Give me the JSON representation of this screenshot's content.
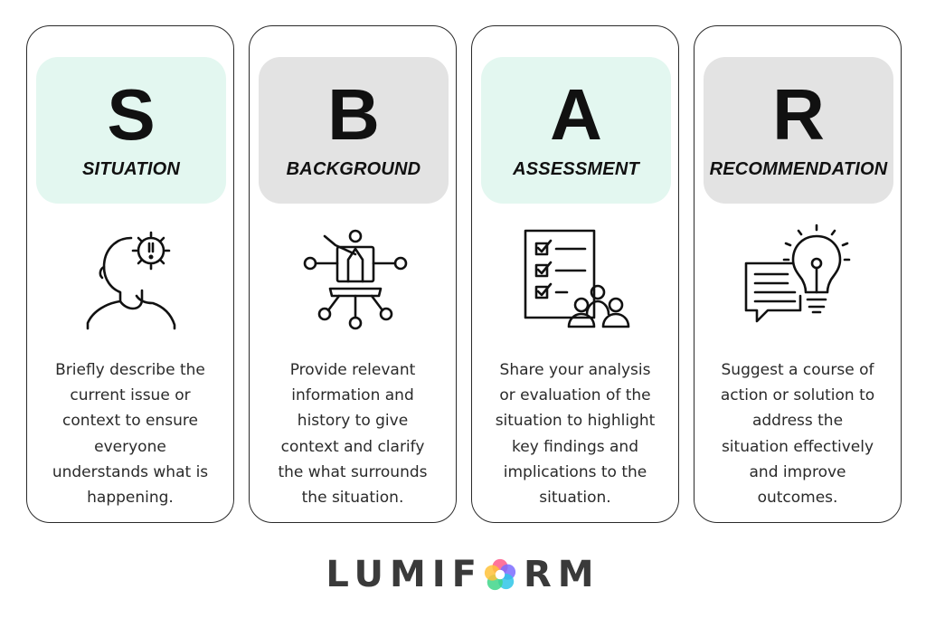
{
  "cards": [
    {
      "letter": "S",
      "title": "SITUATION",
      "description": "Briefly describe the\ncurrent issue or\ncontext to ensure\neveryone\nunderstands what is\nhappening.",
      "icon": "person-warning-icon",
      "header_color": "#e3f7f0"
    },
    {
      "letter": "B",
      "title": "BACKGROUND",
      "description": "Provide relevant\ninformation and\nhistory to give\ncontext and clarify\nthe what surrounds\nthe situation.",
      "icon": "presenter-network-icon",
      "header_color": "#e3e3e3"
    },
    {
      "letter": "A",
      "title": "ASSESSMENT",
      "description": "Share your analysis\nor evaluation of the\nsituation to highlight\nkey findings  and\nimplications to the\nsituation.",
      "icon": "checklist-team-icon",
      "header_color": "#e3f7f0"
    },
    {
      "letter": "R",
      "title": "RECOMMENDATION",
      "description": "Suggest a course of\naction or solution to\naddress the\nsituation effectively\nand improve\noutcomes.",
      "icon": "lightbulb-chat-icon",
      "header_color": "#e3e3e3"
    }
  ],
  "brand": {
    "before": "LUMIF",
    "after": "RM",
    "logo_icon": "lumiform-color-o-icon",
    "text_color": "#3a3a3a"
  }
}
